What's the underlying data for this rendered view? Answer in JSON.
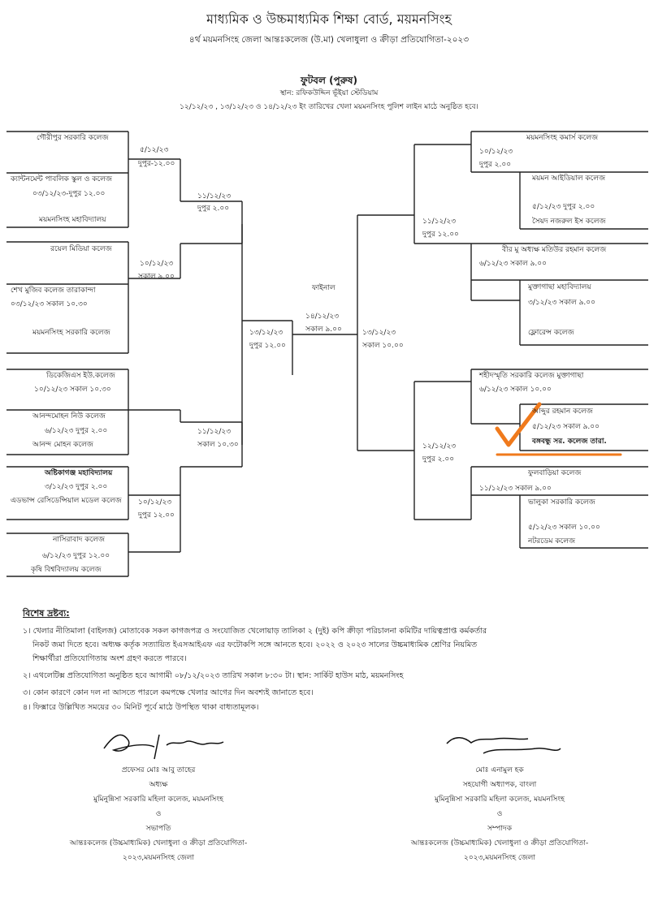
{
  "header": {
    "board": "মাধ্যমিক ও উচ্চমাধ্যমিক শিক্ষা বোর্ড, ময়মনসিংহ",
    "event": "৪র্থ ময়মনসিংহ জেলা আন্তঃকলেজ (উ.মা) খেলাধুলা ও ক্রীড়া প্রতিযোগিতা-২০২৩",
    "sport": "ফুটবল (পুরুষ)",
    "venue": "স্থান: রফিকউদ্দিন ভূঁইয়া স্টেডিয়াম",
    "note": "১২/১২/২৩ , ১৩/১২/২৩ ও ১৪/১২/২৩ ইং তারিখের খেলা ময়মনসিংহ পুলিশ লাইন মাঠে অনুষ্ঠিত হবে।"
  },
  "left": {
    "t1": "গৌরীপুর সরকারি কলেজ",
    "t2": "ক্যান্টনমেন্ট পাবলিক স্কুল ও কলেজ",
    "t2m": "০৩/১২/২৩-দুপুর ১২.০০",
    "t3": "ময়মনসিংহ মহাবিদ্যালয়",
    "m1a": "৫/১২/২৩",
    "m1b": "দুপুর-১২.০০",
    "t4": "রয়েল মিডিয়া কলেজ",
    "t5": "শেখ মুজিব কলেজ তারাকান্দা",
    "t5m": "০৩/১২/২৩ সকাল ১০.৩০",
    "t6": "ময়মনসিংহ সরকারি কলেজ",
    "m2a": "১০/১২/২৩",
    "m2b": "সকাল ৯.০০",
    "r2a": "১১/১২/২৩",
    "r2b": "দুপুর ২.০০",
    "t7": "ডিকেজিএস ইউ.কলেজ",
    "t7m": "১০/১২/২৩ সকাল ১০.৩০",
    "t8": "আনন্দমোহন নিউ কলেজ",
    "t8m": "৬/১২/২৩ দুপুর ২.০০",
    "t9": "আনন্দ মোহন কলেজ",
    "t10": "অষ্টিকাগঞ্জ মহাবিদ্যালয়",
    "t10m": "৩/১২/২৩ দুপুর ২.০০",
    "t11": "এডভান্স রেসিডেন্সিয়াল মডেল কলেজ",
    "m3a": "১০/১২/২৩",
    "m3b": "দুপুর ১২.০০",
    "t12": "নাসিরাবাদ কলেজ",
    "t12m": "৬/১২/২৩ দুপুর ১২.০০",
    "t13": "কৃষি বিশ্ববিদ্যালয় কলেজ",
    "r2c": "১১/১২/২৩",
    "r2d": "সকাল ১০.৩০",
    "sfa": "১৩/১২/২৩",
    "sfb": "দুপুর ১২.০০"
  },
  "center": {
    "final": "ফাইনাল",
    "fa": "১৪/১২/২৩",
    "fb": "সকাল ৯.০০"
  },
  "right": {
    "sfa": "১৩/১২/২৩",
    "sfb": "সকাল ১০.০০",
    "t1": "ময়মনসিংহ কমার্স কলেজ",
    "m1a": "১০/১২/২৩",
    "m1b": "দুপুর ২.০০",
    "t2": "ময়মন আইডিয়াল কলেজ",
    "t2m": "৫/১২/২৩ দুপুর ২.০০",
    "t3": "সৈয়দ নজরুল ইস কলেজ",
    "r2a": "১১/১২/২৩",
    "r2b": "দুপুর ১২.০০",
    "t4": "বীর মু অধ্যক্ষ মতিউর রহমান কলেজ",
    "t4m": "৬/১২/২৩ সকাল ৯.০০",
    "t5": "মুক্তাগাছা মহাবিদ্যালয়",
    "t5m": "৩/১২/২৩ সকাল ৯.০০",
    "t6": "ফ্লোরেন্স কলেজ",
    "t7": "শহীদস্মৃতি সরকারি কলেজ মুক্তাগাছা",
    "t7m": "৬/১২/২৩ সকাল ১০.০০",
    "t8": "আব্দুর রহমান কলেজ",
    "t8m": "৫/১২/২৩ সকাল ৯.০০",
    "t9": "বঙ্গবন্ধু সর. কলেজ তারা.",
    "r2c": "১২/১২/২৩",
    "r2d": "দুপুর ২.০০",
    "t10": "ফুলবাড়িয়া কলেজ",
    "t10m": "১১/১২/২৩ সকাল ৯.০০",
    "t11": "ভালুকা সরকারি কলেজ",
    "t11m": "৫/১২/২৩ সকাল ১০.০০",
    "t12": "নটরডেম কলেজ"
  },
  "notes": {
    "title": "বিশেষ দ্রষ্টব্য:",
    "n1a": "১। খেলার নীতিমালা (বাইলজ) মোতাবেক সকল কাগজপত্র ও সংযোজিত খেলোয়াড় তালিকা ২ (দুই) কপি ক্রীড়া পরিচালনা কমিটির দায়িত্বপ্রাপ্ত কর্মকর্তার",
    "n1b": "নিকট জমা দিতে হবে। অধ্যক্ষ কর্তৃক সত্যায়িত ইএসআইএফ এর ফটোকপি সঙ্গে আনতে হবে। ২০২২ ও ২০২৩ সালের উচ্চমাধ্যমিক শ্রেণির নিয়মিত",
    "n1c": "শিক্ষার্থীরা প্রতিযোগিতায় অংশ গ্রহণ করতে পারবে।",
    "n2": "২। এথলেটিক্স প্রতিযোগিতা অনুষ্ঠিত হবে আগামী ০৮/১২/২০২৩ তারিখ সকাল ৮:৩০ টা। স্থান: সার্কিট হাউস মাঠ, ময়মনসিংহ",
    "n3": "৩। কোন কারণে কোন দল না আসতে পারলে কমপক্ষে খেলার আগের দিন অবশ্যই জানাতে হবে।",
    "n4": "৪। ফিক্সারে উল্লিখিত সময়ের ৩০ মিনিট পূর্বে মাঠে উপস্থিত থাকা বাধ্যতামূলক।"
  },
  "sign_left": {
    "name": "প্রফেসর মোঃ আবু তাহের",
    "role": "অধ্যক্ষ",
    "inst": "মুমিনুন্নিসা সরকারি মহিলা কলেজ, ময়মনসিংহ",
    "and": "ও",
    "pos": "সভাপতি",
    "comp1": "আন্তঃকলেজ (উচ্চমাধ্যমিক) খেলাধুলা ও ক্রীড়া প্রতিযোগিতা-",
    "comp2": "২০২৩,ময়মনসিংহ জেলা"
  },
  "sign_right": {
    "name": "মোঃ এনামুল হক",
    "role": "সহযোগী অধ্যাপক, বাংলা",
    "inst": "মুমিনুন্নিসা সরকারি মহিলা কলেজ, ময়মনসিংহ",
    "and": "ও",
    "pos": "সম্পাদক",
    "comp1": "আন্তঃকলেজ (উচ্চমাধ্যমিক) খেলাধুলা ও ক্রীড়া প্রতিযোগিতা-",
    "comp2": "২০২৩,ময়মনসিংহ জেলা"
  },
  "marks": {
    "check_color": "#f07a1c"
  }
}
